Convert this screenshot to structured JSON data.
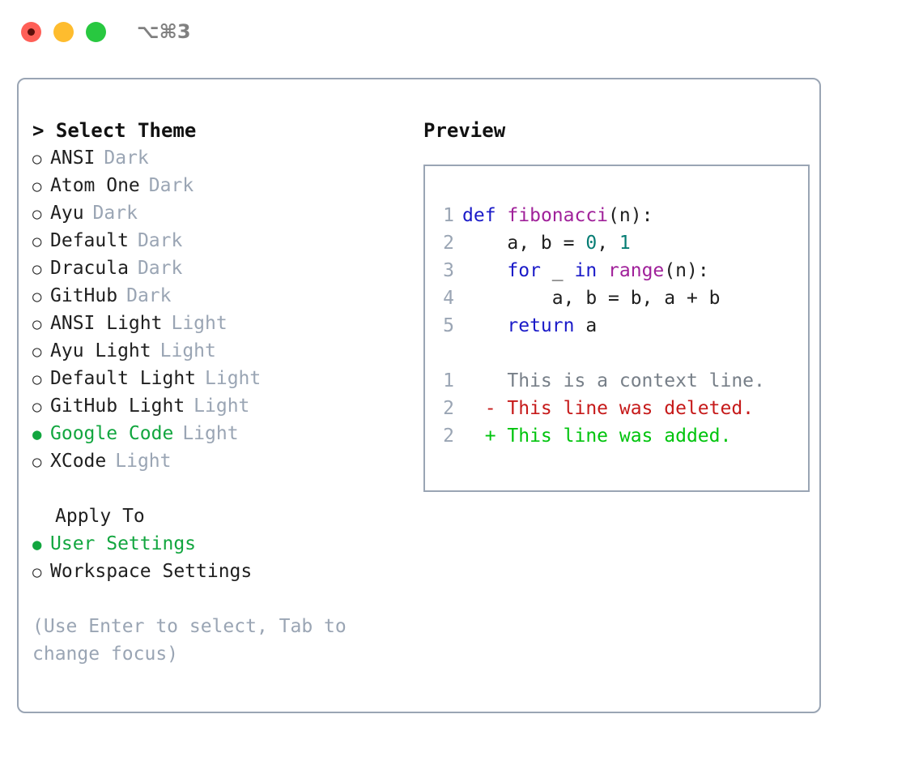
{
  "titlebar": {
    "shortcut": "⌥⌘3",
    "lights": [
      {
        "name": "close",
        "color": "#ff5f57"
      },
      {
        "name": "minimize",
        "color": "#febc2e"
      },
      {
        "name": "maximize",
        "color": "#28c840"
      }
    ]
  },
  "theme_picker": {
    "heading": "> Select Theme",
    "bullet_off": "○",
    "bullet_on": "●",
    "items": [
      {
        "label": "ANSI",
        "kind": "Dark",
        "selected": false
      },
      {
        "label": "Atom One",
        "kind": "Dark",
        "selected": false
      },
      {
        "label": "Ayu",
        "kind": "Dark",
        "selected": false
      },
      {
        "label": "Default",
        "kind": "Dark",
        "selected": false
      },
      {
        "label": "Dracula",
        "kind": "Dark",
        "selected": false
      },
      {
        "label": "GitHub",
        "kind": "Dark",
        "selected": false
      },
      {
        "label": "ANSI Light",
        "kind": "Light",
        "selected": false
      },
      {
        "label": "Ayu Light",
        "kind": "Light",
        "selected": false
      },
      {
        "label": "Default Light",
        "kind": "Light",
        "selected": false
      },
      {
        "label": "GitHub Light",
        "kind": "Light",
        "selected": false
      },
      {
        "label": "Google Code",
        "kind": "Light",
        "selected": true
      },
      {
        "label": "XCode",
        "kind": "Light",
        "selected": false
      }
    ]
  },
  "apply_to": {
    "heading": "Apply To",
    "options": [
      {
        "label": "User Settings",
        "selected": true
      },
      {
        "label": "Workspace Settings",
        "selected": false
      }
    ]
  },
  "hint": "(Use Enter to select, Tab to change focus)",
  "preview": {
    "heading": "Preview",
    "code_lines": [
      {
        "no": "1",
        "tokens": [
          {
            "t": "def",
            "c": "kw"
          },
          {
            "t": " ",
            "c": "plain"
          },
          {
            "t": "fibonacci",
            "c": "fn"
          },
          {
            "t": "(n):",
            "c": "punct"
          }
        ]
      },
      {
        "no": "2",
        "tokens": [
          {
            "t": "    a, b = ",
            "c": "plain"
          },
          {
            "t": "0",
            "c": "num"
          },
          {
            "t": ", ",
            "c": "plain"
          },
          {
            "t": "1",
            "c": "num"
          }
        ]
      },
      {
        "no": "3",
        "tokens": [
          {
            "t": "    ",
            "c": "plain"
          },
          {
            "t": "for",
            "c": "kw"
          },
          {
            "t": " _ ",
            "c": "plain"
          },
          {
            "t": "in",
            "c": "kw"
          },
          {
            "t": " ",
            "c": "plain"
          },
          {
            "t": "range",
            "c": "fn"
          },
          {
            "t": "(n):",
            "c": "punct"
          }
        ]
      },
      {
        "no": "4",
        "tokens": [
          {
            "t": "        a, b = b, a + b",
            "c": "plain"
          }
        ]
      },
      {
        "no": "5",
        "tokens": [
          {
            "t": "    ",
            "c": "plain"
          },
          {
            "t": "return",
            "c": "kw"
          },
          {
            "t": " a",
            "c": "plain"
          }
        ]
      }
    ],
    "diff_lines": [
      {
        "no": "1",
        "marker": " ",
        "text": "This is a context line.",
        "kind": "ctx"
      },
      {
        "no": "2",
        "marker": "-",
        "text": "This line was deleted.",
        "kind": "del"
      },
      {
        "no": "2",
        "marker": "+",
        "text": "This line was added.",
        "kind": "add"
      }
    ]
  },
  "colors": {
    "accent_green": "#12a63f",
    "muted": "#9aa5b4",
    "keyword": "#1a1ac8",
    "function": "#a0219a",
    "number": "#067d74",
    "diff_add": "#00c40d",
    "diff_del": "#c61a1a",
    "border": "#9aa5b4"
  }
}
